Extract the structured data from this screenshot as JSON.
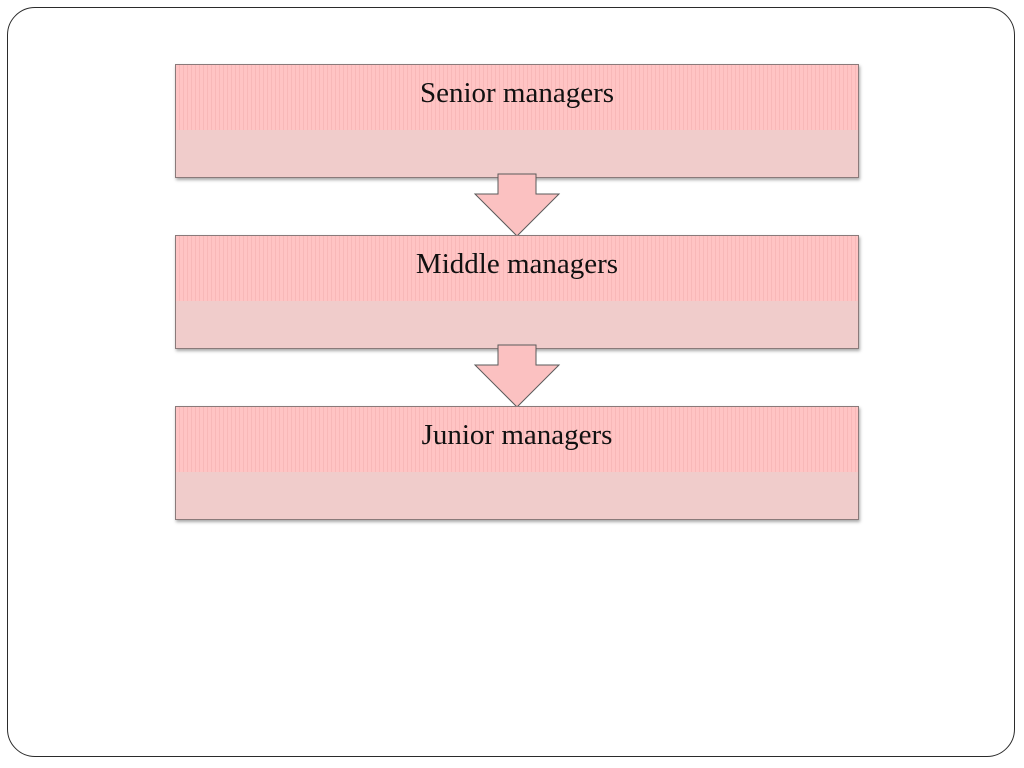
{
  "diagram": {
    "levels": [
      {
        "label": "Senior managers"
      },
      {
        "label": "Middle managers"
      },
      {
        "label": "Junior managers"
      }
    ],
    "colors": {
      "box_top": "#ffc4c4",
      "box_bottom": "#f0cccb",
      "arrow_fill": "#fbc1c1",
      "border": "#8a7a7a"
    }
  }
}
